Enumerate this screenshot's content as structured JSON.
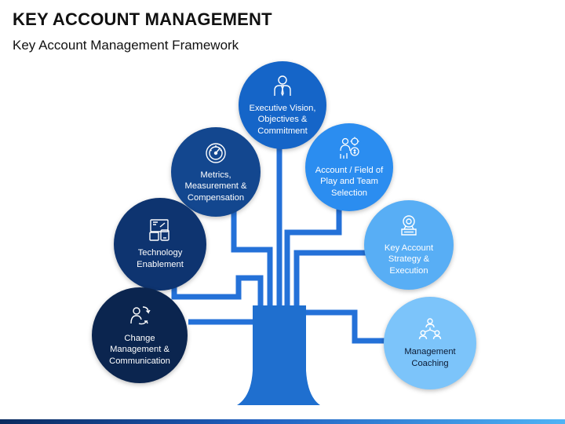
{
  "slide": {
    "title": "KEY ACCOUNT MANAGEMENT",
    "subtitle": "Key Account Management Framework"
  },
  "colors": {
    "trunk": "#1f6fcf",
    "line": "#2471d8",
    "executive": "#1565c8",
    "metrics": "#13478f",
    "technology": "#0e3470",
    "change": "#0b254f",
    "account": "#2b8df0",
    "strategy": "#58aef5",
    "coaching": "#7cc4fa"
  },
  "nodes": [
    {
      "id": "executive-vision",
      "icon": "person-tie-icon",
      "label": "Executive Vision, Objectives & Commitment"
    },
    {
      "id": "metrics",
      "icon": "speedometer-icon",
      "label": "Metrics, Measurement & Compensation"
    },
    {
      "id": "account-field",
      "icon": "team-gear-icon",
      "label": "Account / Field of Play and Team Selection"
    },
    {
      "id": "technology",
      "icon": "devices-icon",
      "label": "Technology Enablement"
    },
    {
      "id": "key-account-strategy",
      "icon": "certificate-icon",
      "label": "Key Account Strategy & Execution"
    },
    {
      "id": "change-management",
      "icon": "person-exchange-icon",
      "label": "Change Management & Communication"
    },
    {
      "id": "management-coaching",
      "icon": "hierarchy-icon",
      "label": "Management Coaching"
    }
  ]
}
